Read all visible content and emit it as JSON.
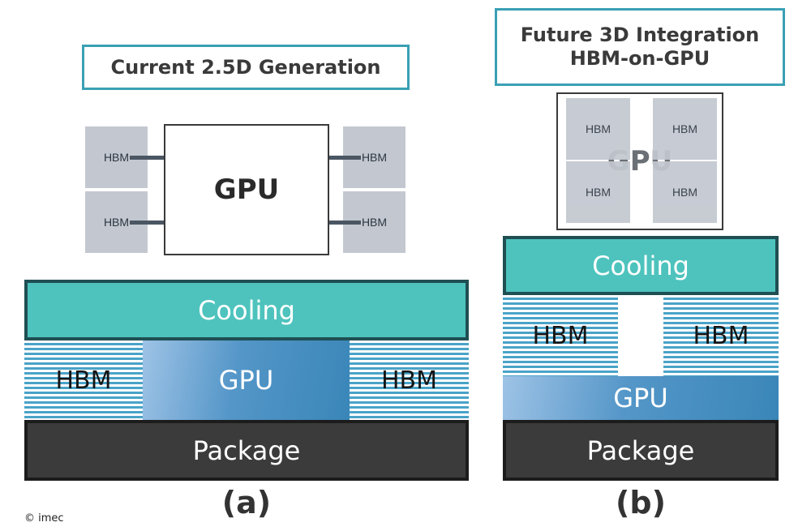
{
  "panel_a": {
    "title": "Current 2.5D Generation",
    "top_view": {
      "gpu_label": "GPU",
      "hbm_labels": [
        "HBM",
        "HBM",
        "HBM",
        "HBM"
      ]
    },
    "stack": {
      "cooling_label": "Cooling",
      "hbm_left_label": "HBM",
      "gpu_label": "GPU",
      "hbm_right_label": "HBM",
      "package_label": "Package"
    },
    "caption": "(a)"
  },
  "panel_b": {
    "title_line1": "Future 3D Integration",
    "title_line2": "HBM-on-GPU",
    "top_view": {
      "gpu_label": "GPU",
      "hbm_labels": [
        "HBM",
        "HBM",
        "HBM",
        "HBM"
      ]
    },
    "stack": {
      "cooling_label": "Cooling",
      "hbm_left_label": "HBM",
      "hbm_right_label": "HBM",
      "gpu_label": "GPU",
      "package_label": "Package"
    },
    "caption": "(b)"
  },
  "credit": "© imec",
  "colors": {
    "title_border": "#3aa0b4",
    "cooling": "#4ec3bd",
    "hbm_chip": "#c3c8d0",
    "stripe_blue": "#4aa3c8",
    "package": "#3b3b3b"
  }
}
